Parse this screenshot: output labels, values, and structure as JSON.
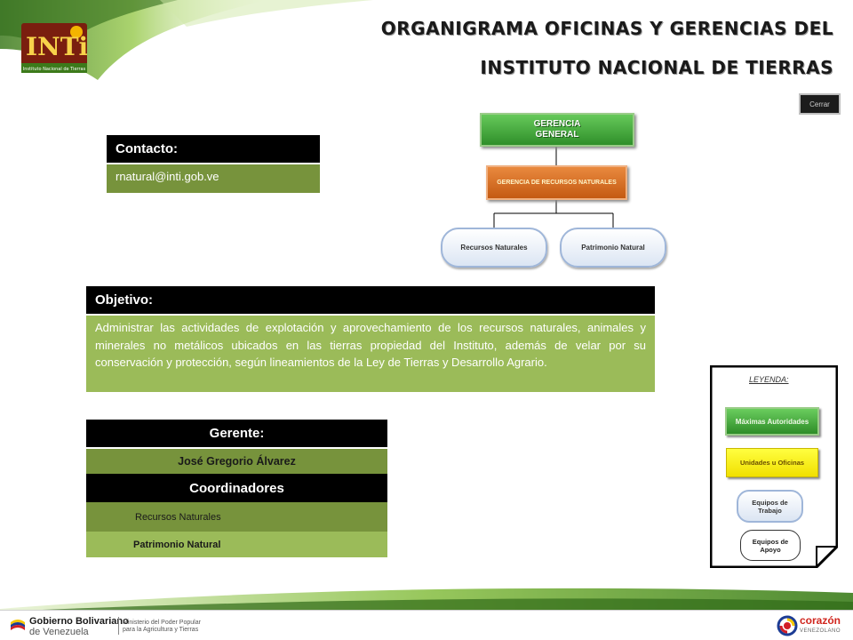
{
  "header": {
    "title_line1": "ORGANIGRAMA OFICINAS Y GERENCIAS DEL",
    "title_line2": "INSTITUTO NACIONAL DE TIERRAS",
    "logo_text": "INTi",
    "logo_caption": "Instituto Nacional de Tierras",
    "close_label": "Cerrar"
  },
  "contact": {
    "heading": "Contacto:",
    "email": "rnatural@inti.gob.ve"
  },
  "objective": {
    "heading": "Objetivo:",
    "text": "Administrar las actividades de explotación y aprovechamiento de los recursos naturales, animales y minerales no metálicos ubicados en las tierras propiedad del Instituto, además de velar por su conservación y protección, según lineamientos de la Ley de Tierras y Desarrollo Agrario."
  },
  "manager": {
    "heading": "Gerente:",
    "name": "José Gregorio Álvarez",
    "coordinators_heading": "Coordinadores",
    "coordinators": [
      "Recursos Naturales",
      "Patrimonio Natural"
    ]
  },
  "org_chart": {
    "top_line1": "GERENCIA",
    "top_line2": "GENERAL",
    "management": "GERENCIA DE RECURSOS NATURALES",
    "units": [
      "Recursos Naturales",
      "Patrimonio Natural"
    ]
  },
  "legend": {
    "title": "LEYENDA:",
    "max_authorities": "Máximas Autoridades",
    "units_offices": "Unidades u Oficinas",
    "work_teams_line1": "Equipos de",
    "work_teams_line2": "Trabajo",
    "support_teams_line1": "Equipos de",
    "support_teams_line2": "Apoyo"
  },
  "footer": {
    "gov_line1": "Gobierno Bolivariano",
    "gov_line2": "de Venezuela",
    "ministry_line1": "Ministerio del Poder Popular",
    "ministry_line2": "para la Agricultura y Tierras",
    "corazon": "corazón",
    "corazon_sub": "VENEZOLANO"
  },
  "colors": {
    "olive": "#77933c",
    "light_green": "#9bbb59",
    "black": "#000000",
    "gg_green": "#3ea334",
    "orange": "#d86e25",
    "yellow": "#ffff00"
  }
}
